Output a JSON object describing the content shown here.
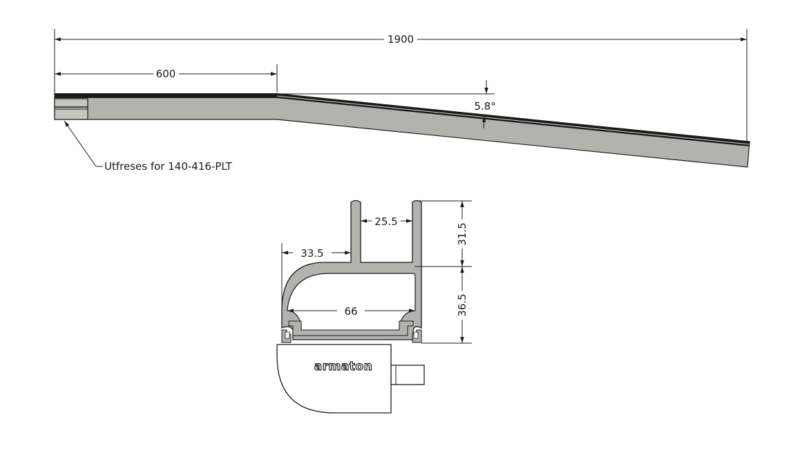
{
  "dimensions": {
    "total_length": "1900",
    "straight_length": "600",
    "angle": "5.8°",
    "top_gap": "25.5",
    "side_offset": "33.5",
    "inner_width": "66",
    "upper_height": "31.5",
    "lower_height": "36.5"
  },
  "callout": {
    "label": "Utfreses for 140-416-PLT"
  },
  "logo": {
    "text": "armaton"
  },
  "colors": {
    "profile_fill": "#b2b2ae",
    "profile_dark": "#1a1a1a",
    "line": "#1a1a1a"
  }
}
